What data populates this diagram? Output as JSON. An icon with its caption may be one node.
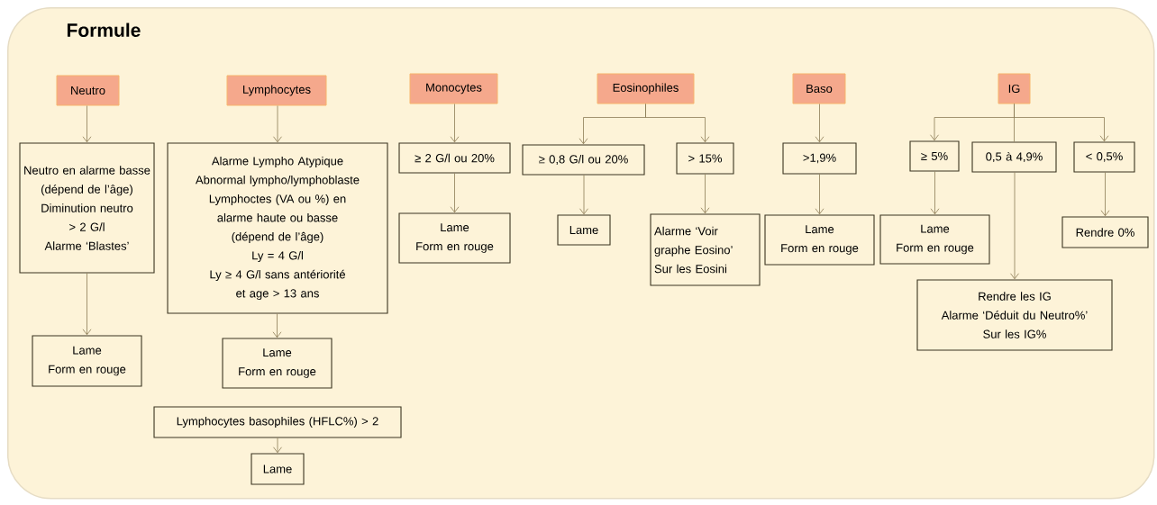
{
  "diagram": {
    "nodes": [
      {
        "text": [
          "Formule"
        ]
      },
      {
        "text": [
          "Neutro"
        ],
        "in": 0
      },
      {
        "text": [
          "Lymphocytes"
        ],
        "in": 0
      },
      {
        "text": [
          "Monocytes"
        ],
        "in": 0
      },
      {
        "text": [
          "Eosinophiles"
        ],
        "in": 0
      },
      {
        "text": [
          "Baso"
        ],
        "in": 0
      },
      {
        "text": [
          "IG"
        ],
        "in": 0
      },
      {
        "text": [
          "Neutro en alarme basse",
          "(dépend de l’âge)",
          "Diminution neutro",
          "> 2 G/l",
          "Alarme ‘Blastes’"
        ],
        "in": 0
      },
      {
        "text": [
          "Alarme Lympho Atypique",
          "Abnormal lympho/lymphoblaste",
          "Lymphoctes (VA ou %) en alarme haute ou basse",
          "(dépend de l’âge)",
          "Ly = 4 G/l",
          "Ly ≥ 4 G/l sans antériorité et age > 13 ans"
        ],
        "in": 0
      },
      {
        "text": [
          "≥ 2 G/l ou 20%"
        ],
        "in": 0
      },
      {
        "text": [
          "≥ 0,8 G/l ou 20%"
        ],
        "in": 0
      },
      {
        "text": [
          "> 15%"
        ],
        "in": 0
      },
      {
        "text": [
          ">1,9%"
        ],
        "in": 0
      },
      {
        "text": [
          "≥ 5%"
        ],
        "in": 0
      },
      {
        "text": [
          "0,5 à 4,9%"
        ],
        "in": 0
      },
      {
        "text": [
          "< 0,5%"
        ],
        "in": 0
      },
      {
        "text": [
          "Lame",
          "Form en rouge"
        ],
        "in": 0
      },
      {
        "text": [
          "Lame"
        ],
        "in": 0
      },
      {
        "text": [
          "Alarme ‘Voir graphe Eosino’",
          "Sur les Eosini"
        ],
        "in": 0
      },
      {
        "text": [
          "Lame",
          "Form en rouge"
        ],
        "in": 0
      },
      {
        "text": [
          "Lame",
          "Form en rouge"
        ],
        "in": 0
      },
      {
        "text": [
          "Rendre 0%"
        ],
        "in": 0
      },
      {
        "text": [
          "Lame",
          "Form en rouge"
        ],
        "in": 0
      },
      {
        "text": [
          "Lame",
          "Form en rouge"
        ],
        "in": 0
      },
      {
        "text": [
          "Rendre les IG",
          "Alarme ‘Déduit du Neutro%’",
          "Sur les IG%"
        ],
        "in": 0
      },
      {
        "text": [
          "Lymphocytes basophiles (HFLC%) > 2"
        ],
        "in": 0
      },
      {
        "text": [
          "Lame"
        ],
        "in": 0
      }
    ],
    "edges": [
      {
        "from": 1,
        "to": 7,
        "arrow": "to"
      },
      {
        "from": 7,
        "to": 22,
        "arrow": "to"
      },
      {
        "from": 2,
        "to": 8,
        "arrow": "to"
      },
      {
        "from": 8,
        "to": 23,
        "arrow": "to"
      },
      {
        "from": 25,
        "to": 26,
        "arrow": "to"
      },
      {
        "from": 3,
        "to": 9,
        "arrow": "to"
      },
      {
        "from": 9,
        "to": 16,
        "arrow": "to"
      },
      {
        "from": 4,
        "to": 10,
        "arrow": "to"
      },
      {
        "from": 4,
        "to": 11,
        "arrow": "to"
      },
      {
        "from": 10,
        "to": 17,
        "arrow": "to"
      },
      {
        "from": 11,
        "to": 18,
        "arrow": "to"
      },
      {
        "from": 5,
        "to": 12,
        "arrow": "to"
      },
      {
        "from": 12,
        "to": 19,
        "arrow": "to"
      },
      {
        "from": 6,
        "to": 13,
        "arrow": "to"
      },
      {
        "from": 6,
        "to": 14,
        "arrow": "none"
      },
      {
        "from": 6,
        "to": 15,
        "arrow": "to"
      },
      {
        "from": 13,
        "to": 20,
        "arrow": "to"
      },
      {
        "from": 14,
        "to": 24,
        "arrow": "to"
      },
      {
        "from": 15,
        "to": 21,
        "arrow": "to"
      }
    ]
  }
}
